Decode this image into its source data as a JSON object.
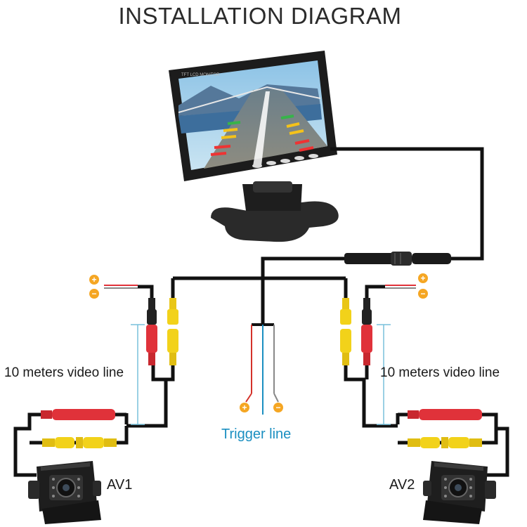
{
  "title": "INSTALLATION DIAGRAM",
  "left_video_line_label": "10 meters video line",
  "right_video_line_label": "10 meters video line",
  "trigger_line_label": "Trigger line",
  "camera_left_label": "AV1",
  "camera_right_label": "AV2",
  "power_positive_symbol": "+",
  "power_negative_symbol": "−",
  "monitor_brand_text": "TFT LCD MONITOR",
  "colors": {
    "cable": "#111111",
    "rca_yellow": "#f2d21a",
    "rca_red": "#e0323a",
    "power_terminal": "#f5a623",
    "trigger_red": "#d4322a",
    "trigger_blue": "#1b8fc1",
    "dimension_line": "#79c1dc"
  },
  "icons": [
    "monitor-icon",
    "camera-icon",
    "rca-connector-icon",
    "power-terminal-icon"
  ]
}
